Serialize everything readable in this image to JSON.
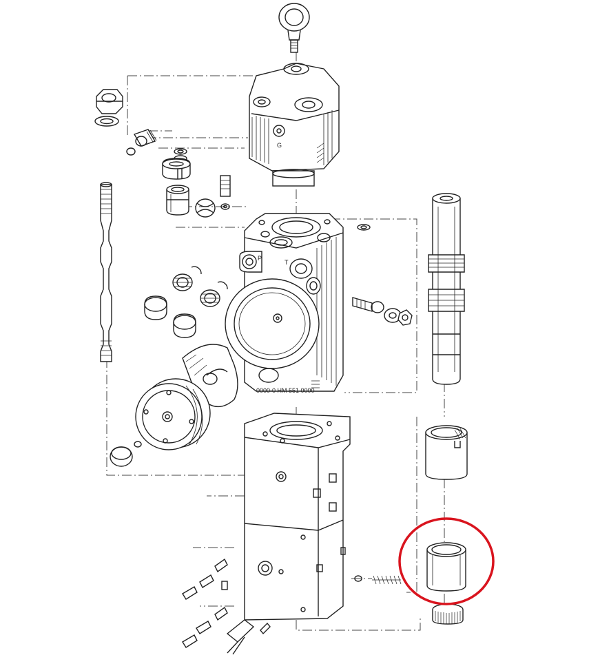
{
  "labels": {
    "port_p": "P",
    "port_t": "T",
    "port_g": "G",
    "plate_text": "0000-0   HM 551 0000"
  },
  "highlight": {
    "color": "#d9141e",
    "target": "lower-bushing"
  },
  "colors": {
    "line": "#222222",
    "background": "#ffffff"
  }
}
